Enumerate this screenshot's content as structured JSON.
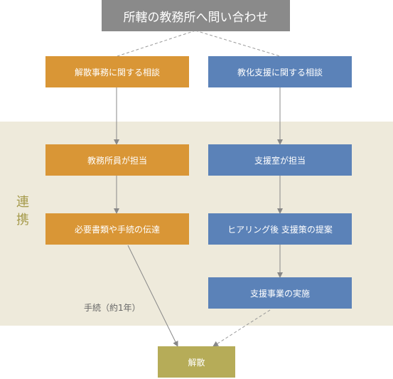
{
  "title": "所轄の教務所へ問い合わせ",
  "left_column": {
    "step1": "解散事務に関する相談",
    "step2": "教務所員が担当",
    "step3": "必要書類や手続の伝達"
  },
  "right_column": {
    "step1": "教化支援に関する相談",
    "step2": "支援室が担当",
    "step3": "ヒアリング後 支援策の提案",
    "step4": "支援事業の実施"
  },
  "side_label": {
    "char1": "連",
    "char2": "携"
  },
  "procedure_note": "手続（約1年）",
  "final": "解散",
  "colors": {
    "title": "#8a8a8a",
    "left": "#d99636",
    "right": "#5b82b8",
    "final": "#b6ac58",
    "band": "#eeeadb",
    "side_label": "#a59a4a"
  }
}
